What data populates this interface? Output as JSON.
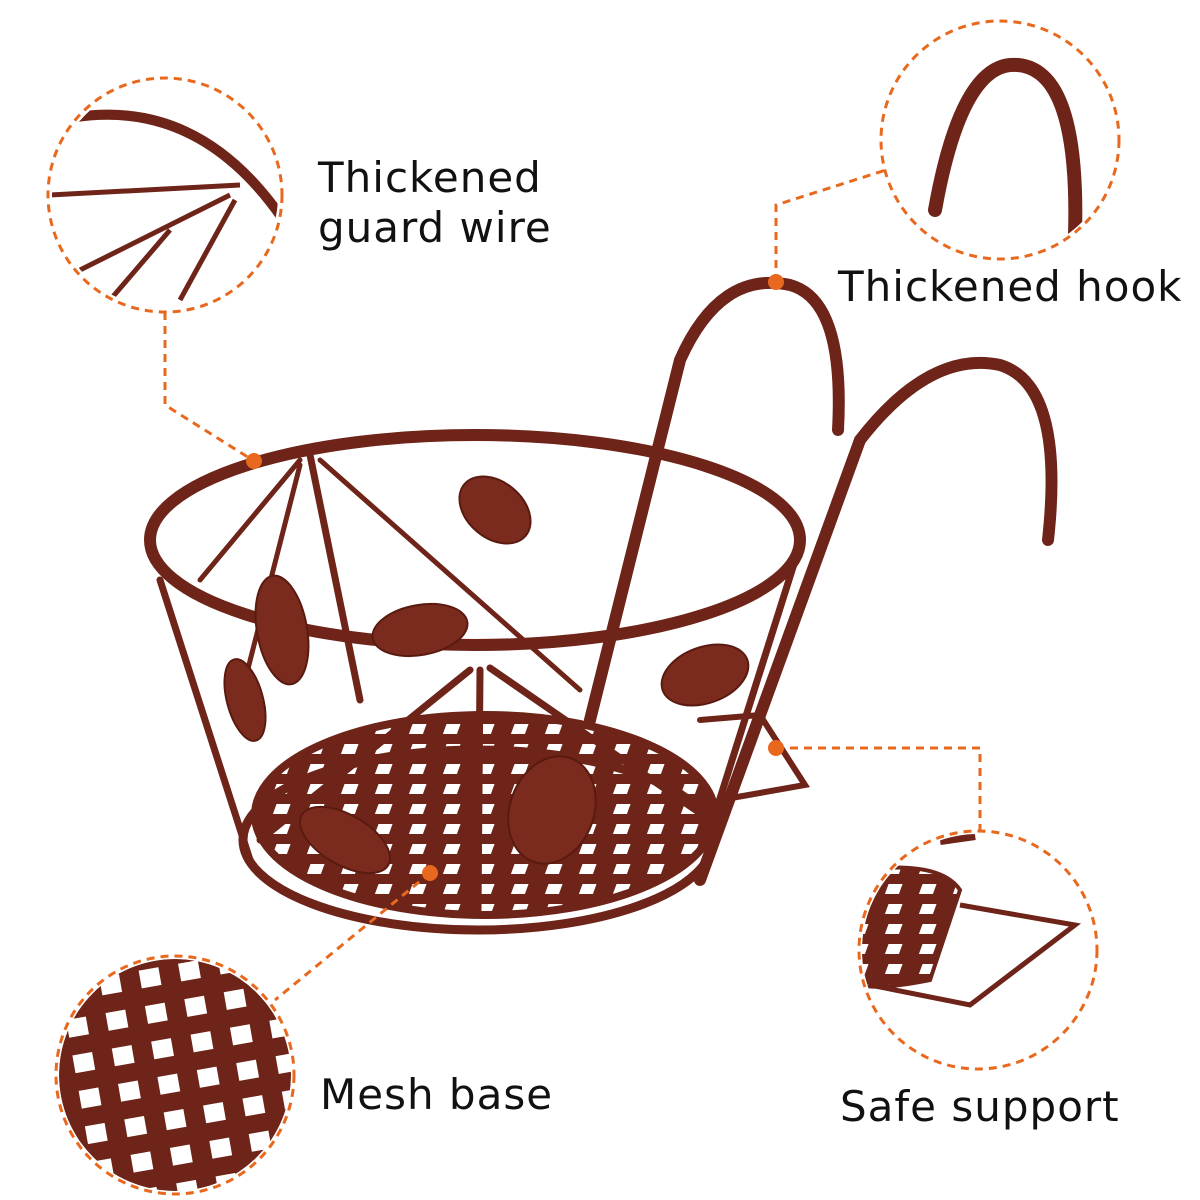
{
  "callouts": {
    "guard_wire": "Thickened\nguard wire",
    "guard_wire_line1": "Thickened",
    "guard_wire_line2": "guard wire",
    "hook": "Thickened hook",
    "mesh_base": "Mesh base",
    "support": "Safe support"
  },
  "colors": {
    "accent": "#e8691e",
    "product": "#6e2418",
    "product_light": "#9a4a38"
  }
}
